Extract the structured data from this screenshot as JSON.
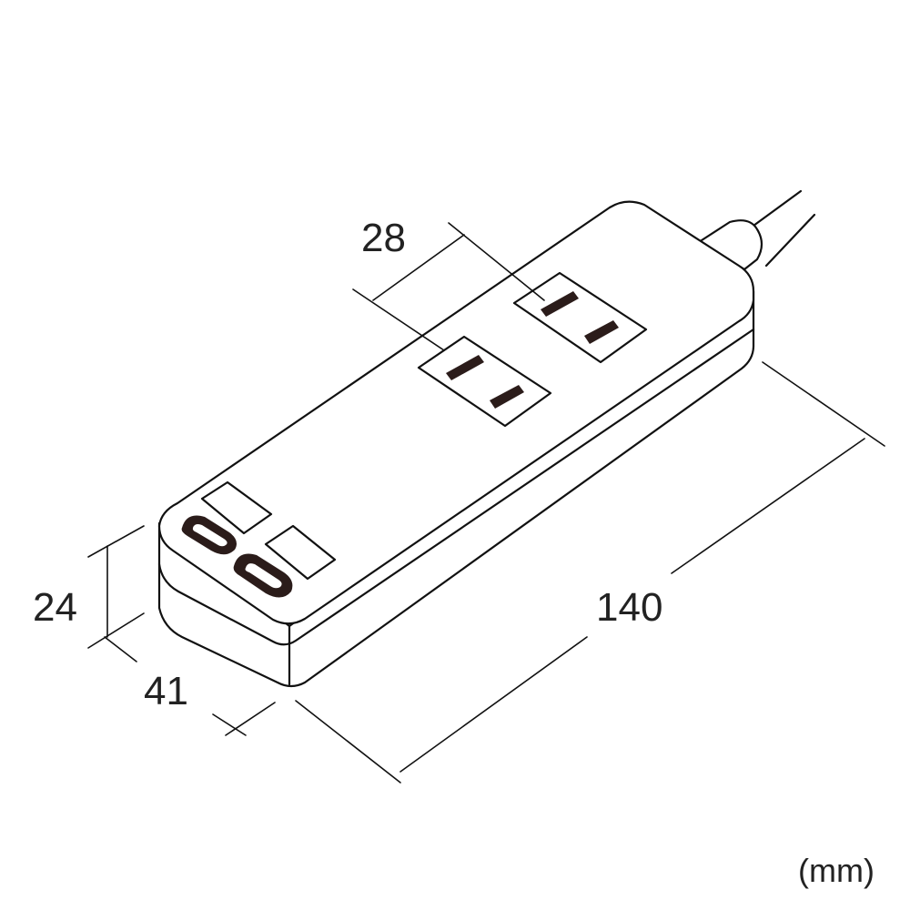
{
  "dimensions": {
    "width_top": "28",
    "height": "24",
    "depth": "41",
    "length": "140"
  },
  "unit": "(mm)",
  "components": {
    "outlets": 2,
    "usb_ports": 2
  },
  "colors": {
    "line": "#111111",
    "slot": "#2b1c1a",
    "background": "#ffffff"
  }
}
